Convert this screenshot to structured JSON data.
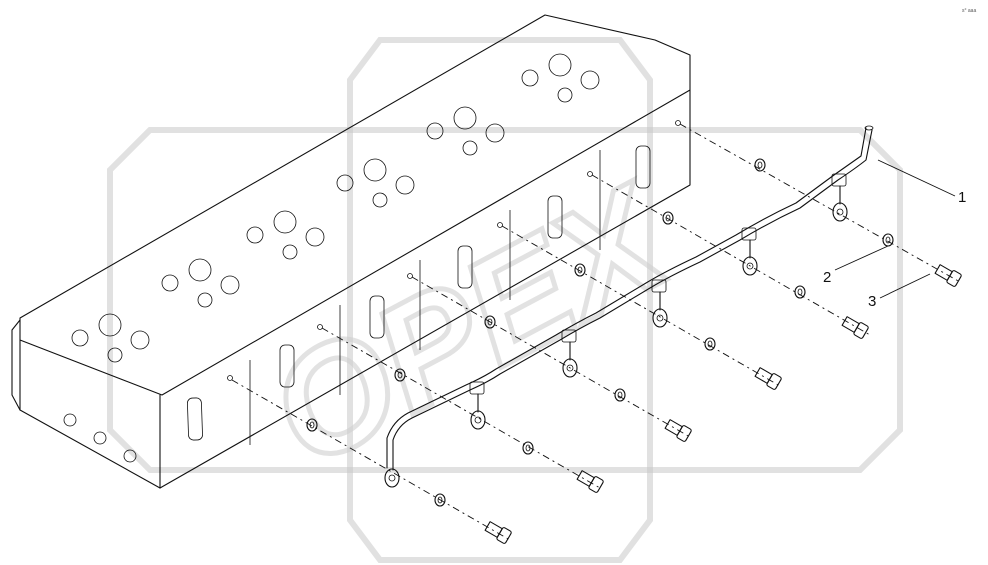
{
  "diagram": {
    "callouts": [
      {
        "id": "1",
        "label": "1"
      },
      {
        "id": "2",
        "label": "2"
      },
      {
        "id": "3",
        "label": "3"
      }
    ],
    "corner_mark": "s° aaa",
    "watermark_text": "OPEX"
  }
}
